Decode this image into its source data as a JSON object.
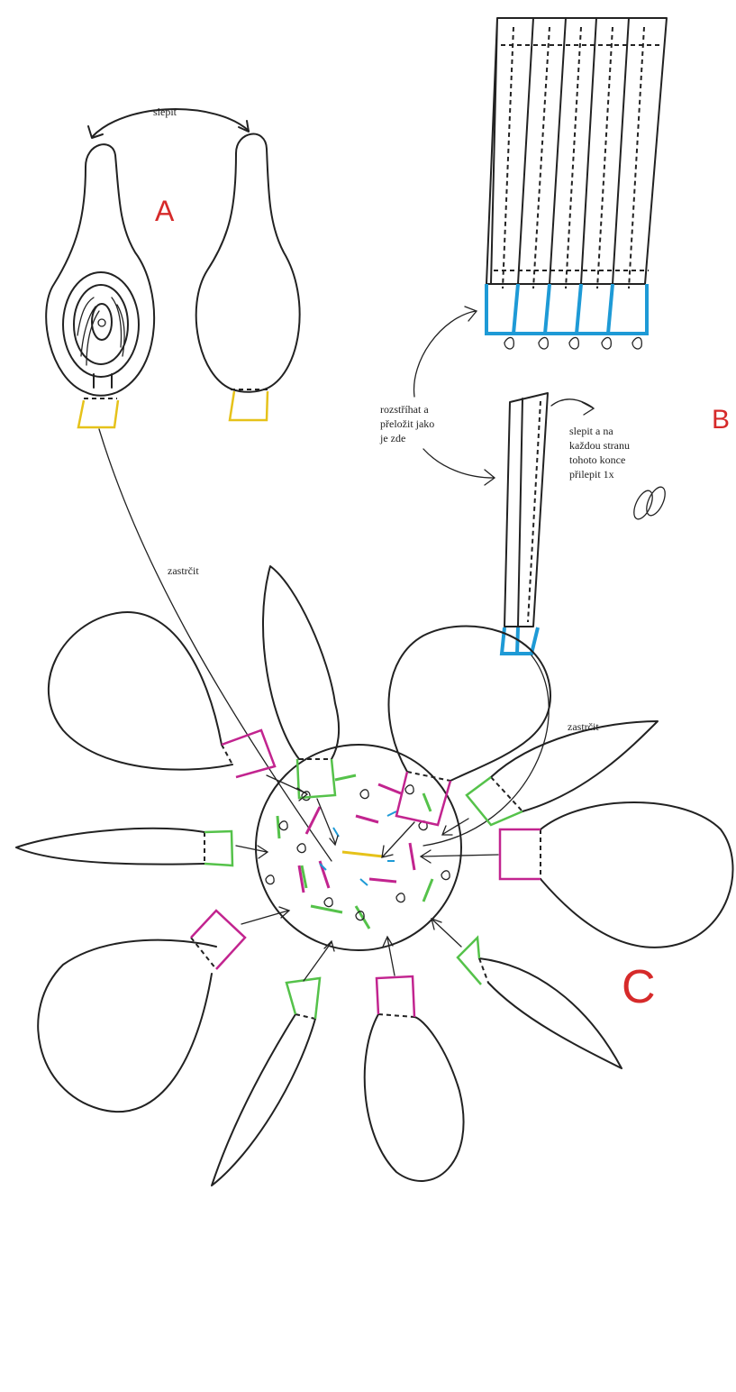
{
  "labels": {
    "A": "A",
    "B": "B",
    "C": "C",
    "slepit": "slepit",
    "zastrcit": "zastrčit",
    "rozstrihat": [
      "rozstříhat a",
      "přeložit jako",
      "je zde"
    ],
    "slepit_konce": [
      "slepit a na",
      "každou stranu",
      "tohoto konce",
      "přilepit 1x"
    ]
  },
  "colors": {
    "ink": "#222222",
    "label_red": "#d62a2a",
    "tab_yellow": "#e6c21a",
    "tab_blue": "#1e9ad6",
    "tab_magenta": "#c2248f",
    "tab_green": "#55c24a"
  }
}
